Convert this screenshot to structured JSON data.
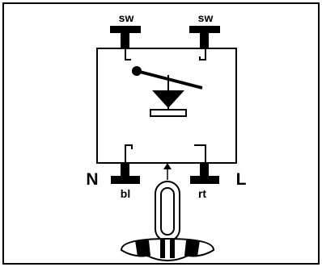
{
  "labels": {
    "sw_left": "sw",
    "sw_right": "sw",
    "neutral": "N",
    "live": "L",
    "blue": "bl",
    "red": "rt"
  },
  "colors": {
    "ink": "#000000",
    "paper": "#ffffff"
  },
  "icons": {
    "contact": "switch-contact",
    "push_button": "push-button-switch",
    "screwdriver": "screwdriver-icon"
  }
}
